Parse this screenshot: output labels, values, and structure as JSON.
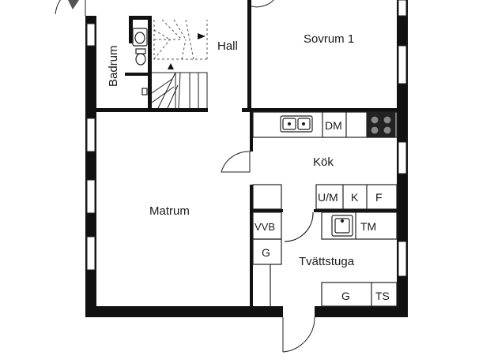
{
  "rooms": {
    "badrum": "Badrum",
    "hall": "Hall",
    "sovrum1": "Sovrum 1",
    "kok": "Kök",
    "matrum": "Matrum",
    "tvattstuga": "Tvättstuga"
  },
  "fixtures": {
    "dishwasher": "DM",
    "freezer_fridge": "U/M",
    "fridge": "K",
    "freezer": "F",
    "dryer_cabinet": "TM",
    "water_heater": "VVB",
    "cabinet_laundry": "G",
    "cabinet_right": "G",
    "drying_cabinet": "TS"
  },
  "colors": {
    "wall": "#111111",
    "line": "#222222",
    "dashed": "#555555",
    "window": "#ffffff"
  }
}
